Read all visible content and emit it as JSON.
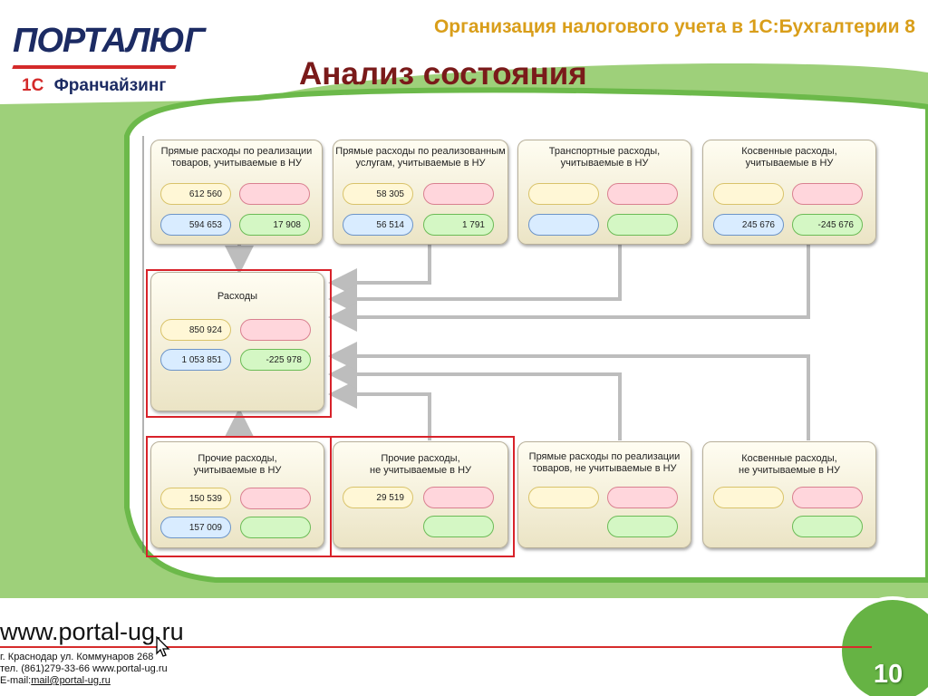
{
  "header": {
    "subtitle": "Организация налогового учета в 1С:Бухгалтерии 8",
    "title": "Анализ состояния",
    "logo_text": "ПОРТАЛЮГ",
    "logo_brand": "1С",
    "logo_franchise": "Франчайзинг"
  },
  "colors": {
    "background_green": "#9ed07a",
    "accent_red": "#d8222a",
    "subtitle_gold": "#d99e1a",
    "title_dark_red": "#7a1a1a",
    "arrow_gray": "#bdbdbd"
  },
  "diagram": {
    "top": [
      {
        "label": "Прямые расходы по реализации\nтоваров, учитываемые в НУ",
        "yellow": "612 560",
        "pink": "",
        "blue": "594 653",
        "green": "17 908"
      },
      {
        "label": "Прямые расходы по реализованным\nуслугам, учитываемые в НУ",
        "yellow": "58 305",
        "pink": "",
        "blue": "56 514",
        "green": "1 791"
      },
      {
        "label": "Транспортные расходы,\nучитываемые в НУ",
        "yellow": "",
        "pink": "",
        "blue": "",
        "green": ""
      },
      {
        "label": "Косвенные расходы,\nучитываемые в НУ",
        "yellow": "",
        "pink": "",
        "blue": "245 676",
        "green": "-245 676"
      }
    ],
    "center": {
      "label": "Расходы",
      "yellow": "850 924",
      "pink": "",
      "blue": "1 053 851",
      "green": "-225 978"
    },
    "bottom": [
      {
        "label": "Прочие расходы,\nучитываемые в НУ",
        "yellow": "150 539",
        "pink": "",
        "blue": "157 009",
        "green": ""
      },
      {
        "label": "Прочие расходы,\nне учитываемые в НУ",
        "yellow": "29 519",
        "pink": "",
        "green": ""
      },
      {
        "label": "Прямые расходы по реализации\nтоваров, не учитываемые в НУ",
        "yellow": "",
        "pink": "",
        "green": ""
      },
      {
        "label": "Косвенные расходы,\nне учитываемые в НУ",
        "yellow": "",
        "pink": "",
        "green": ""
      }
    ]
  },
  "footer": {
    "website": "www.portal-ug.ru",
    "address": "г. Краснодар ул. Коммунаров 268",
    "phone": "тел. (861)279-33-66 www.portal-ug.ru",
    "email_label": "E-mail:",
    "email": "mail@portal-ug.ru",
    "page_number": "10"
  }
}
